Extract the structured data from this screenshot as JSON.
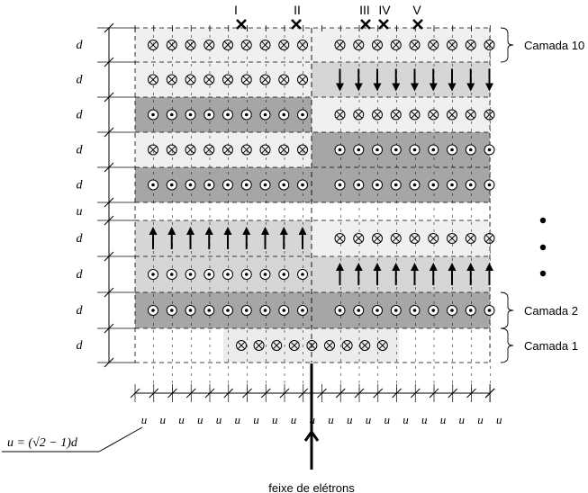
{
  "labels": {
    "dim_d": "d",
    "dim_u": "u",
    "formula": "u = (√2 − 1)d",
    "beam": "feixe de elétrons"
  },
  "columns": [
    "I",
    "II",
    "III",
    "IV",
    "V"
  ],
  "layers": [
    {
      "size_label": "d",
      "left": {
        "fill": "#f0f0f0",
        "sym": "in"
      },
      "right": {
        "fill": "#f0f0f0",
        "sym": "in"
      },
      "tag": "Camada 10"
    },
    {
      "size_label": "d",
      "left": {
        "fill": "#f0f0f0",
        "sym": "in"
      },
      "right": {
        "fill": "#d6d6d6",
        "sym": "down"
      },
      "tag": ""
    },
    {
      "size_label": "d",
      "left": {
        "fill": "#a6a6a6",
        "sym": "out"
      },
      "right": {
        "fill": "#f0f0f0",
        "sym": "in"
      },
      "tag": ""
    },
    {
      "size_label": "d",
      "left": {
        "fill": "#f0f0f0",
        "sym": "in"
      },
      "right": {
        "fill": "#a6a6a6",
        "sym": "out"
      },
      "tag": ""
    },
    {
      "size_label": "d",
      "left": {
        "fill": "#a6a6a6",
        "sym": "out"
      },
      "right": {
        "fill": "#a6a6a6",
        "sym": "out"
      },
      "tag": ""
    },
    {
      "size_label": "u",
      "left": {
        "fill": "none",
        "sym": "none"
      },
      "right": {
        "fill": "none",
        "sym": "none"
      },
      "tag": ""
    },
    {
      "size_label": "d",
      "left": {
        "fill": "#d6d6d6",
        "sym": "up"
      },
      "right": {
        "fill": "#f0f0f0",
        "sym": "in"
      },
      "tag": ""
    },
    {
      "size_label": "d",
      "left": {
        "fill": "#d6d6d6",
        "sym": "out"
      },
      "right": {
        "fill": "#d6d6d6",
        "sym": "up"
      },
      "tag": ""
    },
    {
      "size_label": "d",
      "left": {
        "fill": "#a6a6a6",
        "sym": "out"
      },
      "right": {
        "fill": "#a6a6a6",
        "sym": "out"
      },
      "tag": "Camada 2"
    },
    {
      "size_label": "d",
      "left": {
        "fill": "none",
        "sym": "partial"
      },
      "right": {
        "fill": "none",
        "sym": "partial"
      },
      "tag": "Camada 1"
    }
  ],
  "x_tick_label": "u",
  "x_tick_count": 20
}
